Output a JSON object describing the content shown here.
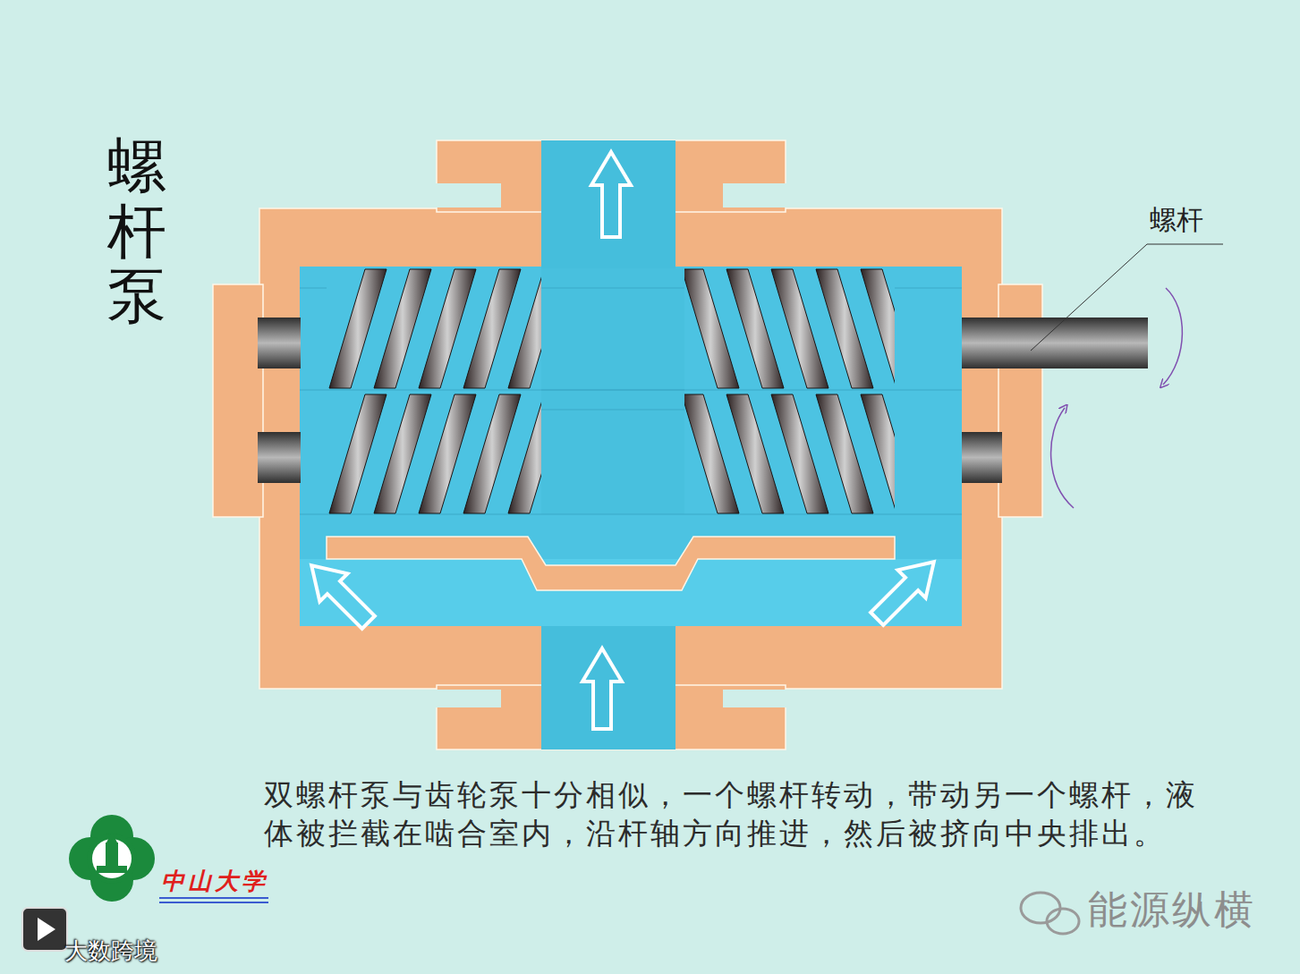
{
  "diagram": {
    "title": "螺杆泵",
    "caption": "双螺杆泵与齿轮泵十分相似，一个螺杆转动，带动另一个螺杆，液体被拦截在啮合室内，沿杆轴方向推进，然后被挤向中央排出。",
    "labels": [
      "螺杆",
      "中山大学",
      "能源纵横",
      "大数跨境"
    ]
  }
}
